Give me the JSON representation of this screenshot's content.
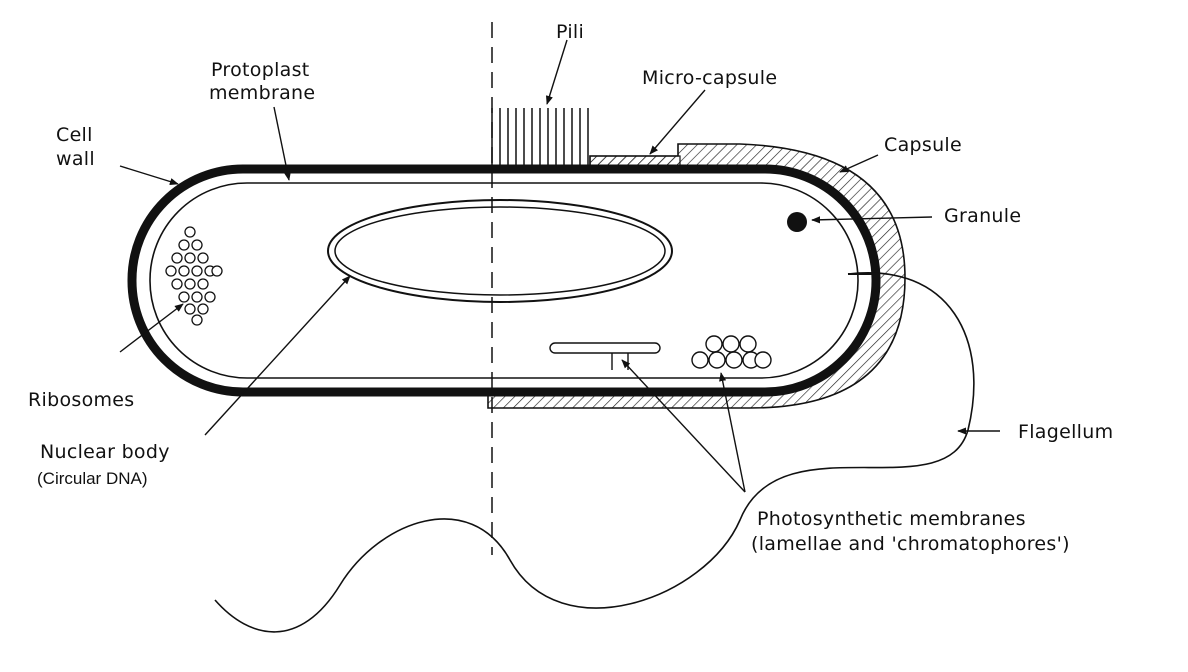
{
  "diagram": {
    "labels": {
      "pili": "Pili",
      "protoplast_membrane_line1": "Protoplast",
      "protoplast_membrane_line2": "membrane",
      "micro_capsule": "Micro-capsule",
      "cell_wall_line1": "Cell",
      "cell_wall_line2": "wall",
      "capsule": "Capsule",
      "granule": "Granule",
      "ribosomes": "Ribosomes",
      "nuclear_body": "Nuclear body",
      "circular_dna": "(Circular DNA)",
      "flagellum": "Flagellum",
      "photosynthetic_line1": "Photosynthetic membranes",
      "photosynthetic_line2": "(lamellae and 'chromatophores')"
    }
  }
}
